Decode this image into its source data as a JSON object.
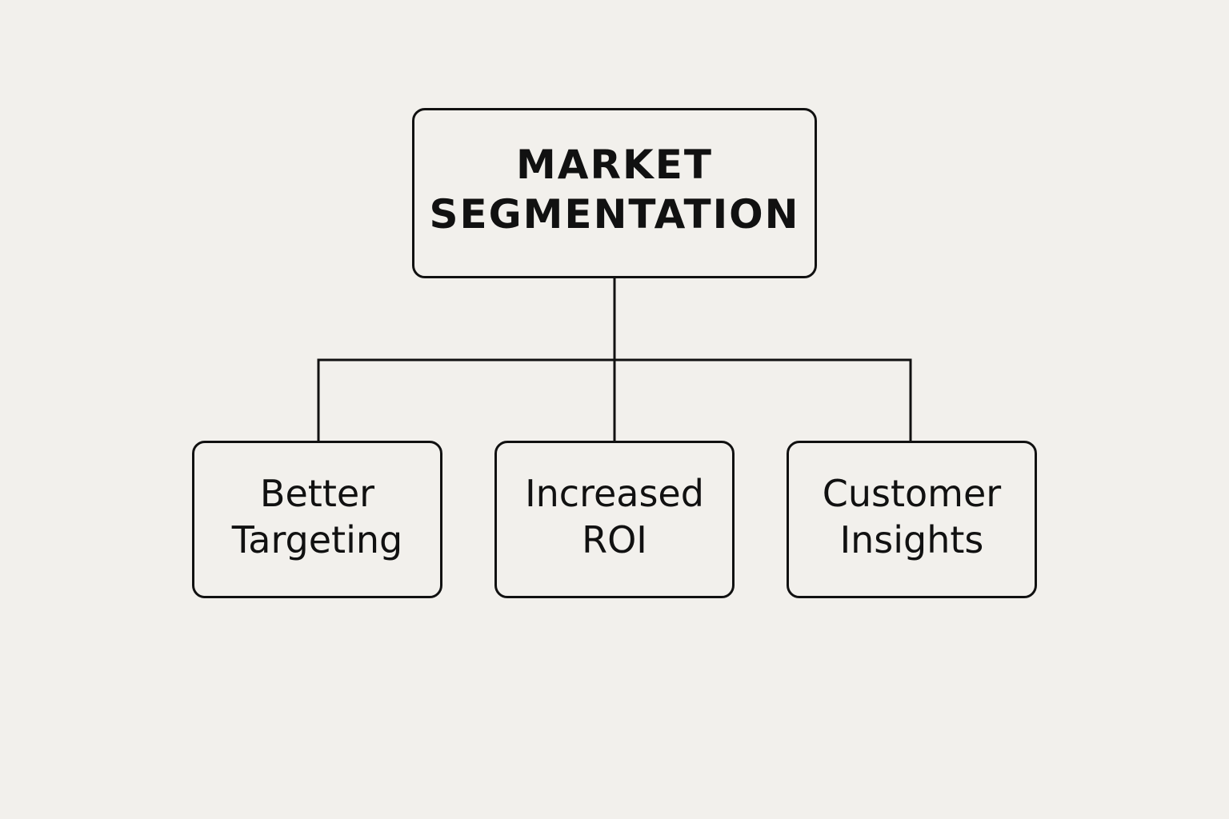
{
  "diagram": {
    "root": {
      "lines": [
        "MARKET",
        "SEGMENTATION"
      ]
    },
    "children": [
      {
        "lines": [
          "Better",
          "Targeting"
        ]
      },
      {
        "lines": [
          "Increased",
          "ROI"
        ]
      },
      {
        "lines": [
          "Customer",
          "Insights"
        ]
      }
    ],
    "colors": {
      "background": "#f2f0ec",
      "stroke": "#111111",
      "text": "#111111"
    }
  }
}
